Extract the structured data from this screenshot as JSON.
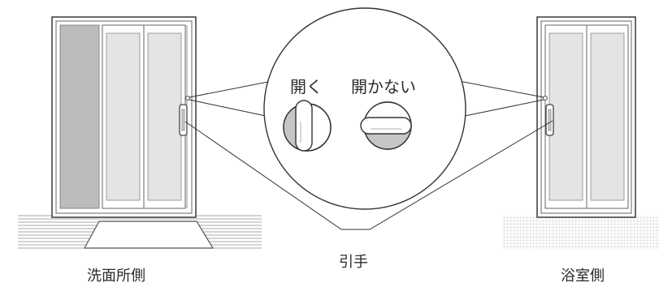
{
  "diagram": {
    "callout": {
      "open_label": "開く",
      "locked_label": "開かない"
    },
    "handle_label": "引手",
    "left_side_label": "洗面所側",
    "right_side_label": "浴室側"
  }
}
